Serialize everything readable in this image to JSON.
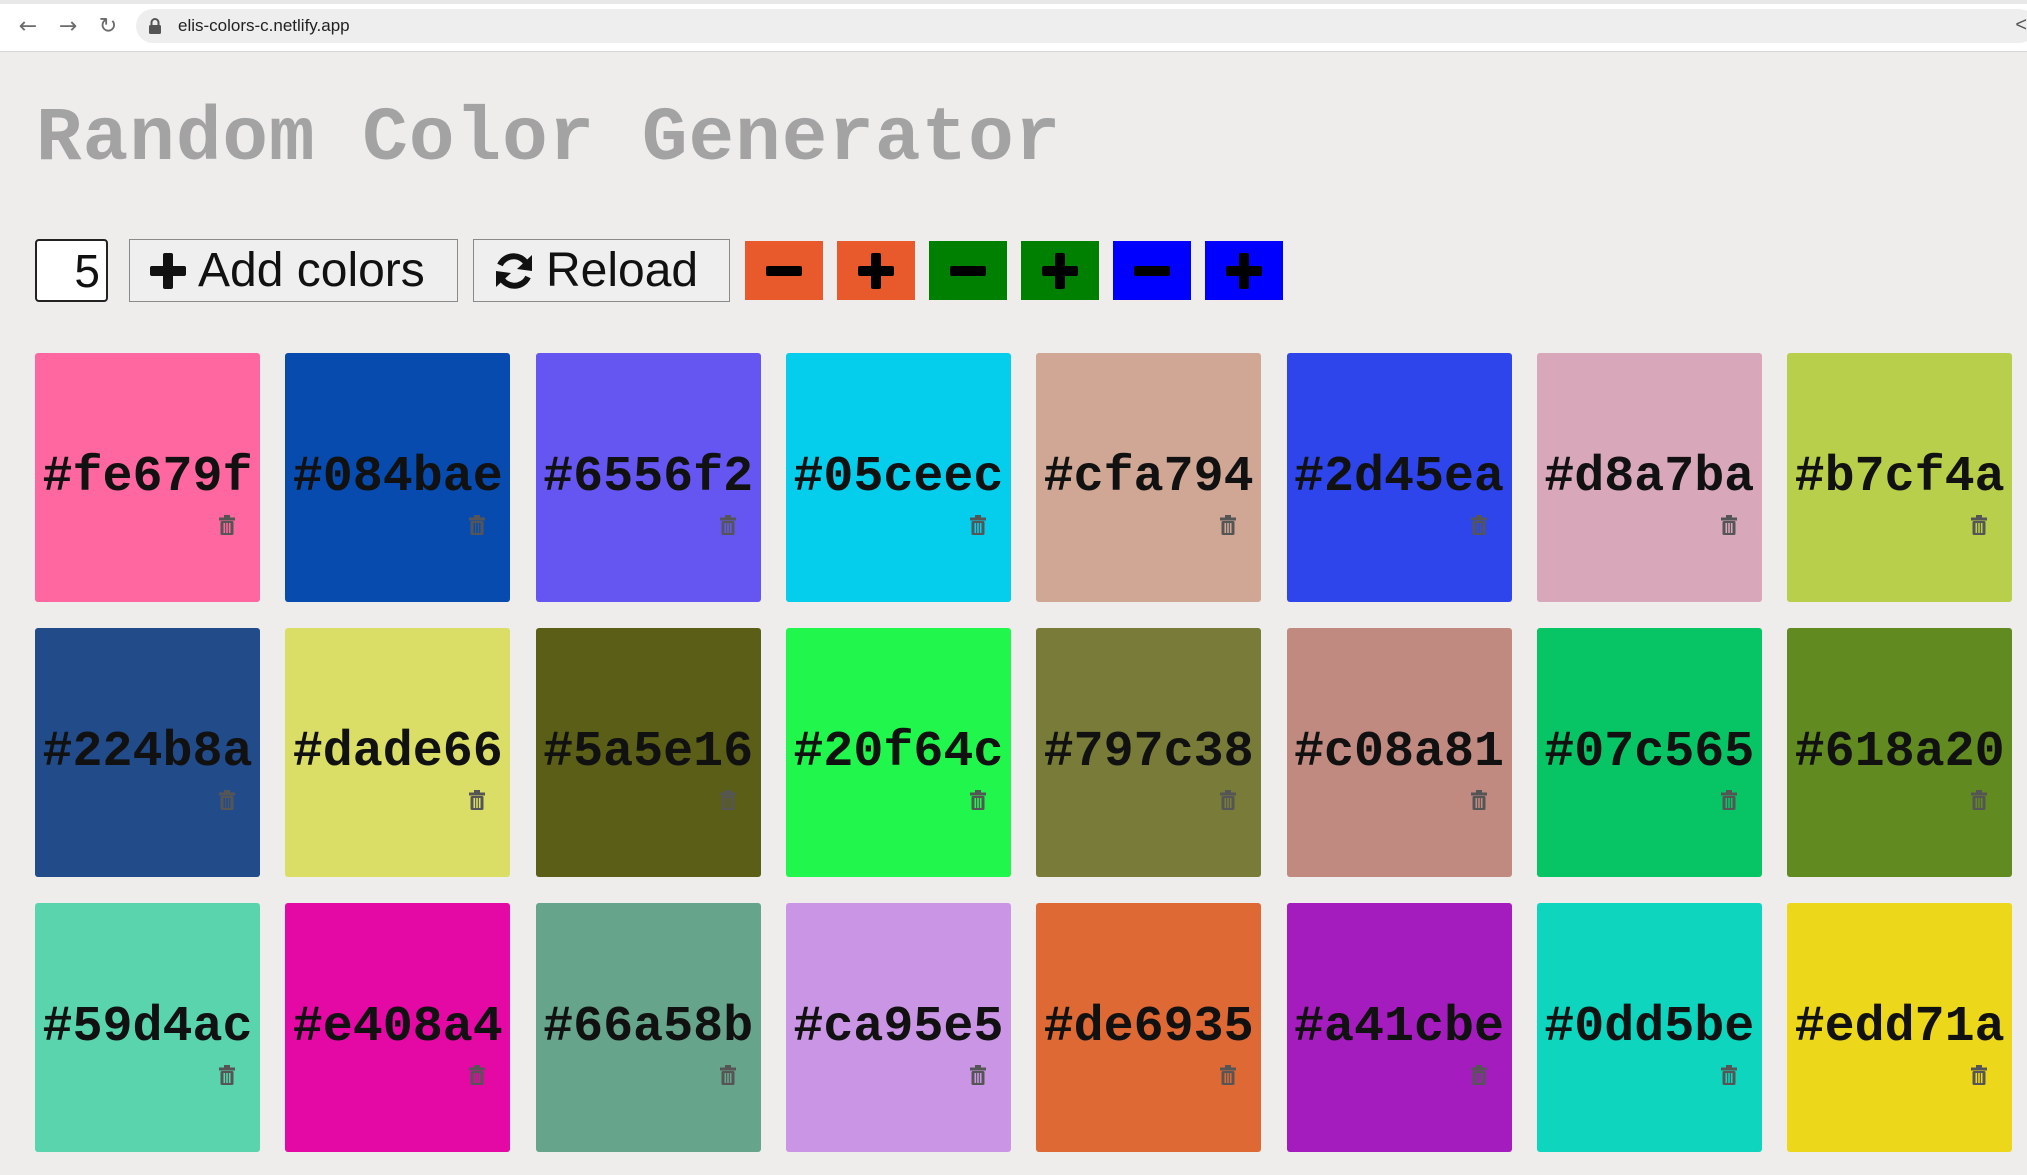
{
  "browser": {
    "url": "elis-colors-c.netlify.app",
    "back_icon": "←",
    "forward_icon": "→",
    "reload_icon": "↻",
    "share_icon": "<"
  },
  "page": {
    "title": "Random Color Generator"
  },
  "controls": {
    "count_value": "5",
    "add_label": "Add colors",
    "reload_label": "Reload",
    "adjust_buttons": [
      {
        "name": "red-decrease-button",
        "color": "#e85a2b",
        "sign": "minus"
      },
      {
        "name": "red-increase-button",
        "color": "#e85a2b",
        "sign": "plus"
      },
      {
        "name": "green-decrease-button",
        "color": "#008000",
        "sign": "minus"
      },
      {
        "name": "green-increase-button",
        "color": "#008000",
        "sign": "plus"
      },
      {
        "name": "blue-decrease-button",
        "color": "#0000ff",
        "sign": "minus"
      },
      {
        "name": "blue-increase-button",
        "color": "#0000ff",
        "sign": "plus"
      }
    ]
  },
  "colors": [
    [
      "#fe679f",
      "#084bae",
      "#6556f2",
      "#05ceec",
      "#cfa794",
      "#2d45ea",
      "#d8a7ba",
      "#b7cf4a"
    ],
    [
      "#224b8a",
      "#dade66",
      "#5a5e16",
      "#20f64c",
      "#797c38",
      "#c08a81",
      "#07c565",
      "#618a20"
    ],
    [
      "#59d4ac",
      "#e408a4",
      "#66a58b",
      "#ca95e5",
      "#de6935",
      "#a41cbe",
      "#0dd5be",
      "#edd71a"
    ]
  ]
}
